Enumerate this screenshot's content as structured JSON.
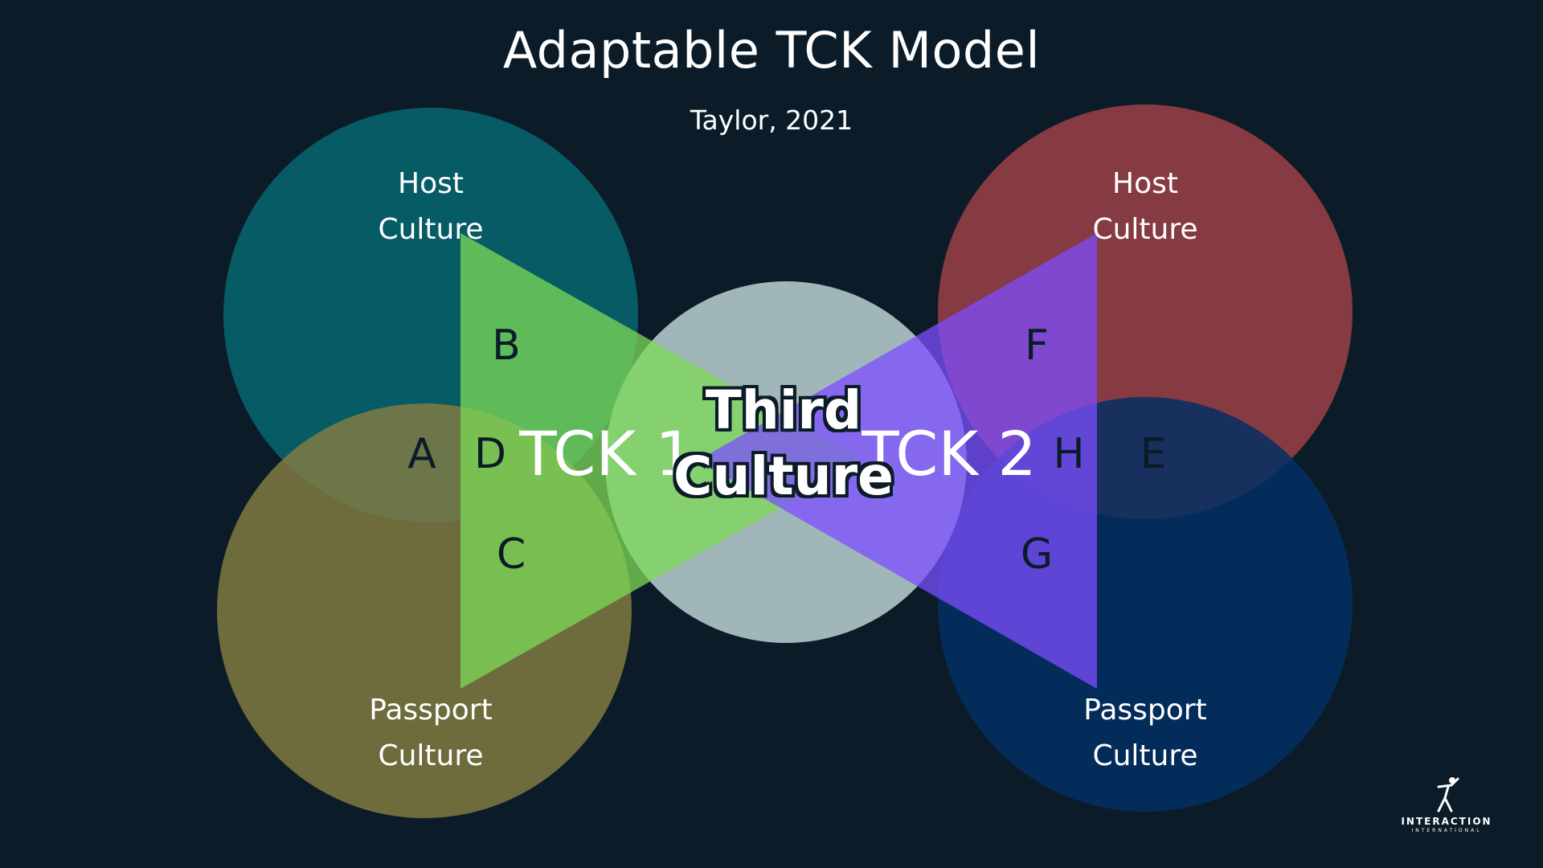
{
  "title": "Adaptable TCK Model",
  "subtitle": "Taylor, 2021",
  "left_host": {
    "line1": "Host",
    "line2": "Culture"
  },
  "left_passport": {
    "line1": "Passport",
    "line2": "Culture"
  },
  "right_host": {
    "line1": "Host",
    "line2": "Culture"
  },
  "right_passport": {
    "line1": "Passport",
    "line2": "Culture"
  },
  "center": {
    "line1": "Third",
    "line2": "Culture"
  },
  "tck1": "TCK 1",
  "tck2": "TCK 2",
  "letters": {
    "a": "A",
    "b": "B",
    "c": "C",
    "d": "D",
    "e": "E",
    "f": "F",
    "g": "G",
    "h": "H"
  },
  "logo": {
    "name": "INTERACTION",
    "sub": "INTERNATIONAL"
  },
  "colors": {
    "background": "#0b1c28",
    "left_host_circle": "#075b65",
    "left_passport_circle": "#847d42",
    "right_host_circle": "#863a42",
    "right_passport_circle": "#042f63",
    "third_culture_circle": "#a0b6b8",
    "tck1_triangle": "#7ed957",
    "tck2_triangle": "#7c4dff"
  }
}
